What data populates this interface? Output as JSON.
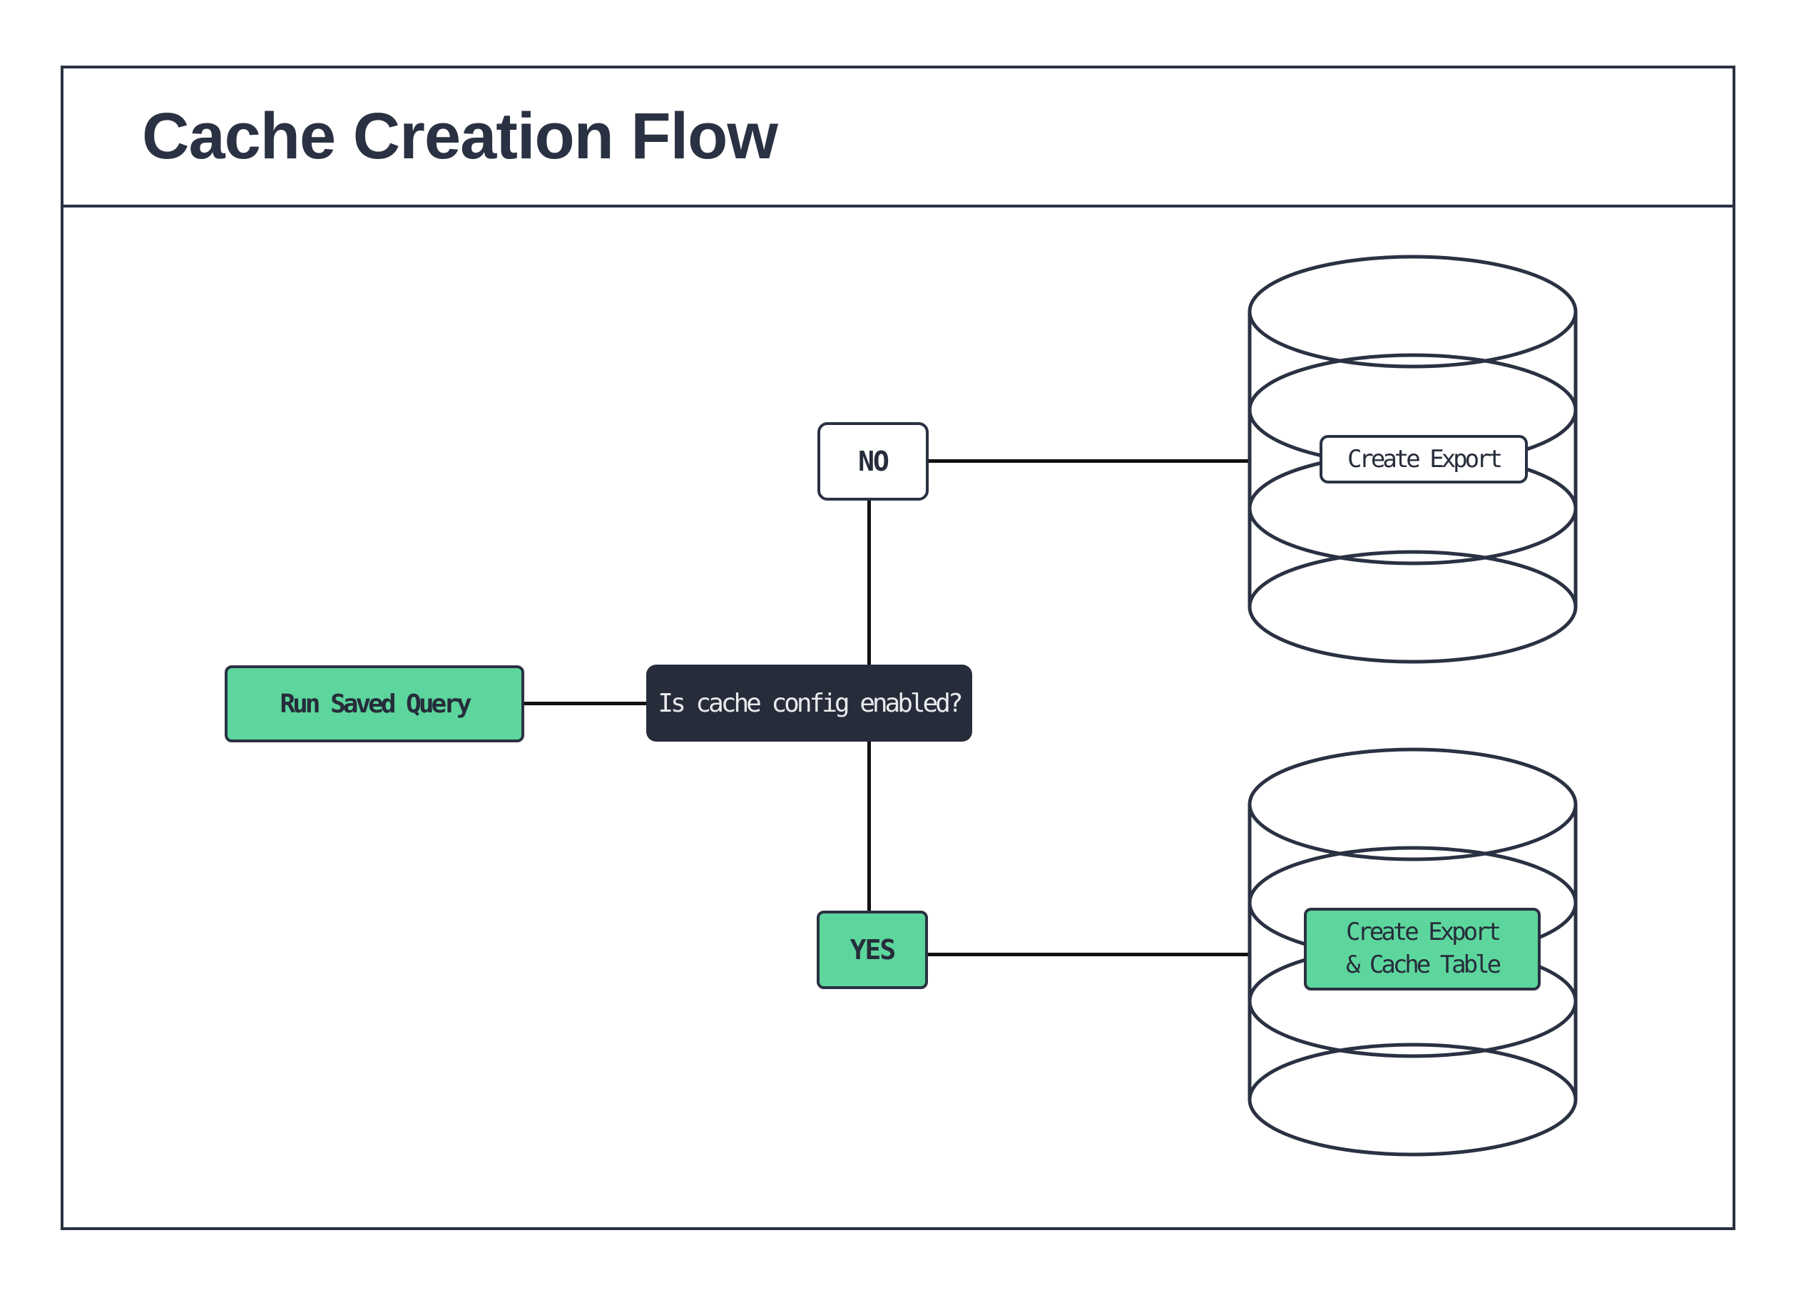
{
  "title": "Cache Creation Flow",
  "diagram_type": "flowchart",
  "colors": {
    "accent_green": "#5dd69d",
    "navy_stroke": "#2a3142",
    "decision_fill": "#262c3a",
    "decision_text": "#e9eaec",
    "connector": "#111111",
    "background": "#ffffff"
  },
  "nodes": {
    "start": {
      "label": "Run Saved Query"
    },
    "decision": {
      "label": "Is cache config enabled?"
    },
    "no": {
      "label": "NO"
    },
    "yes": {
      "label": "YES"
    },
    "export_label": {
      "label": "Create Export"
    },
    "export_cache_label": {
      "line1": "Create Export",
      "line2": "& Cache Table"
    }
  },
  "edges": [
    {
      "from": "Run Saved Query",
      "to": "Is cache config enabled?"
    },
    {
      "from": "Is cache config enabled?",
      "to": "NO"
    },
    {
      "from": "Is cache config enabled?",
      "to": "YES"
    },
    {
      "from": "NO",
      "to": "Create Export"
    },
    {
      "from": "YES",
      "to": "Create Export & Cache Table"
    }
  ]
}
